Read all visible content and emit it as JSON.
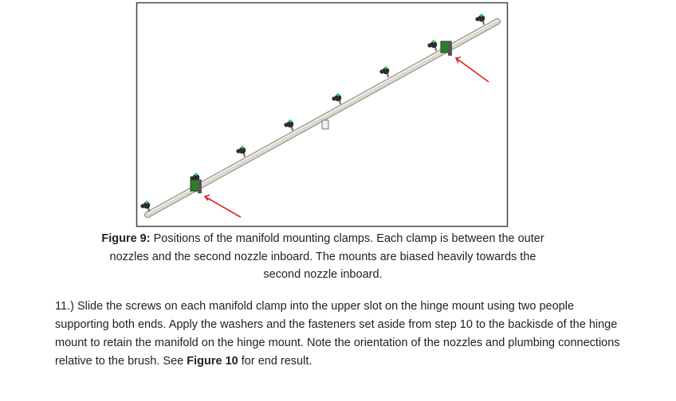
{
  "figure": {
    "caption_label": "Figure 9:",
    "caption_text": " Positions of the manifold mounting clamps. Each clamp is between the outer nozzles and the second nozzle inboard. The mounts are biased heavily towards the second nozzle inboard.",
    "colors": {
      "pipe": "#d8d4cc",
      "nozzle": "#2d2d2d",
      "nozzle_tip": "#33cc66",
      "clamp": "#2e7d2e",
      "arrow": "#e02020",
      "border": "#444444"
    }
  },
  "step": {
    "text_before": "11.) Slide the screws on each manifold clamp into the upper slot on the hinge mount using two people supporting both ends. Apply the washers and the fasteners set aside from step 10 to the backisde of the hinge mount to retain the manifold on the hinge mount. Note the orientation of the nozzles and plumbing connections relative to the brush. See ",
    "ref_label": "Figure 10",
    "text_after": " for end result."
  }
}
